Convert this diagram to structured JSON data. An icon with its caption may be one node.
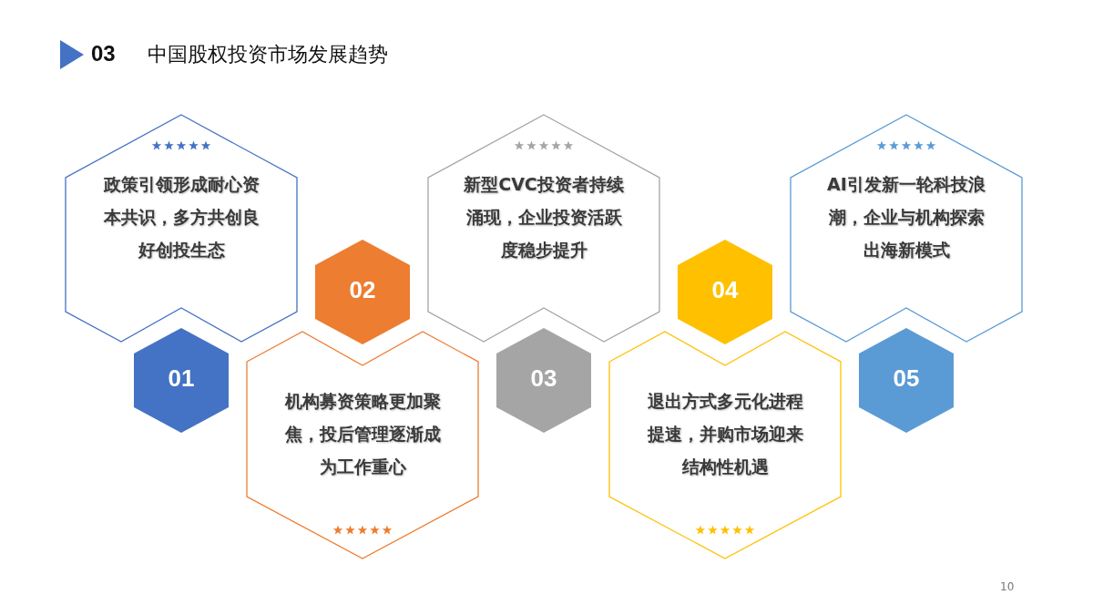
{
  "diagram": {
    "title": "中国股权投资市场发展趋势",
    "nodes": [
      {
        "text": [
          "政策引领形成耐心资本共识，多方共创良好创投生态"
        ]
      },
      {
        "text": [
          "01"
        ]
      },
      {
        "text": [
          "02"
        ]
      },
      {
        "text": [
          "机构募资策略更加聚焦，投后管理逐渐成为工作重心"
        ]
      },
      {
        "text": [
          "新型CVC投资者持续涌现，企业投资活跃度稳步提升"
        ]
      },
      {
        "text": [
          "03"
        ]
      },
      {
        "text": [
          "04"
        ]
      },
      {
        "text": [
          "退出方式多元化进程提速，并购市场迎来结构性机遇"
        ]
      },
      {
        "text": [
          "AI引发新一轮科技浪潮，企业与机构探索出海新模式"
        ]
      },
      {
        "text": [
          "05"
        ]
      }
    ],
    "labels": [
      "03",
      "10"
    ]
  }
}
